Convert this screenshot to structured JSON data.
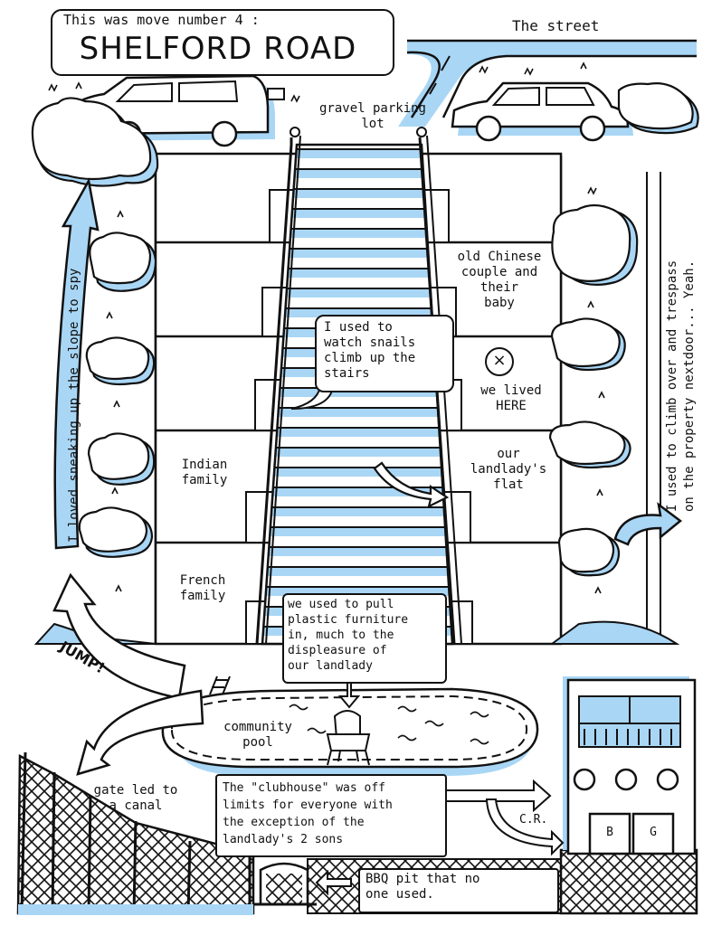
{
  "title": {
    "line1": "This was move number 4 :",
    "line2": "SHELFORD ROAD"
  },
  "labels": {
    "street": "The street",
    "parking": "gravel parking\nlot",
    "chinese": "old Chinese\ncouple and\ntheir\nbaby",
    "snails": "I used to\nwatch snails\nclimb up the\nstairs",
    "home_mark": "×",
    "lived": "we lived\nHERE",
    "indian": "Indian\nfamily",
    "landlady_flat": "our\nlandlady's\nflat",
    "french": "French\nfamily",
    "furniture": "we used to pull\nplastic furniture\nin, much to the\ndispleasure of\nour landlady",
    "pool": "community\npool",
    "jump": "JUMP!",
    "left_vertical": "I loved sneaking up the slope to spy",
    "right_vertical": "I used to climb over and trespass\non the property nextdoor... Yeah.",
    "gate": "gate led to\na canal",
    "clubhouse": "The \"clubhouse\" was off\nlimits for everyone with\nthe exception of the\nlandlady's 2 sons",
    "cr": "C.R.",
    "door_b": "B",
    "door_g": "G",
    "bbq": "BBQ pit that no\none used."
  },
  "colors": {
    "ink": "#111111",
    "accent_blue": "#a9d6f5",
    "paper": "#ffffff"
  },
  "icons": [
    "car-icon",
    "bush-icon",
    "lamp-post-icon",
    "plastic-chair-icon",
    "arrow-icon",
    "fence-icon",
    "bbq-pit-icon"
  ]
}
